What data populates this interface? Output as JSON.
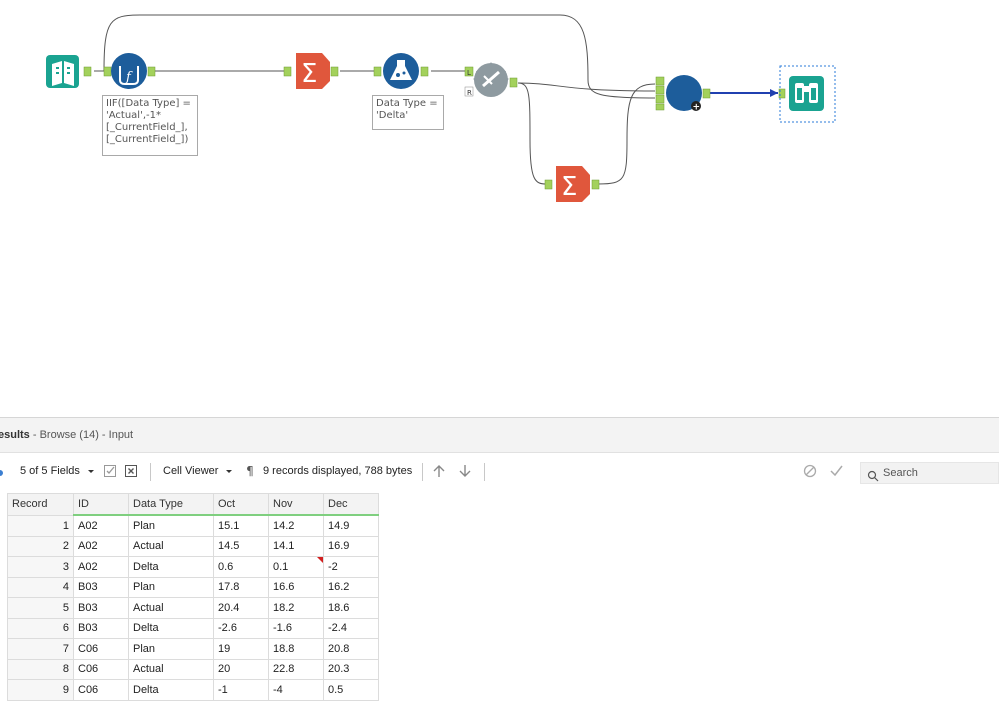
{
  "canvas": {
    "annotations": {
      "formula": "IIF([Data Type] =\n'Actual',-1*\n[_CurrentField_],\n[_CurrentField_])",
      "filter": "Data Type =\n'Delta'"
    },
    "anchors": {
      "join_left": "L",
      "join_right": "R",
      "union_plus": "+"
    }
  },
  "results": {
    "title": "esults",
    "subtitle": " - Browse (14) - Input",
    "toolbar": {
      "fields_label": "5 of 5 Fields",
      "cell_viewer_label": "Cell Viewer",
      "records_label": "9 records displayed, 788 bytes",
      "search_placeholder": "Search"
    },
    "table": {
      "columns": [
        "Record",
        "ID",
        "Data Type",
        "Oct",
        "Nov",
        "Dec"
      ],
      "rows": [
        [
          "1",
          "A02",
          "Plan",
          "15.1",
          "14.2",
          "14.9"
        ],
        [
          "2",
          "A02",
          "Actual",
          "14.5",
          "14.1",
          "16.9"
        ],
        [
          "3",
          "A02",
          "Delta",
          "0.6",
          "0.1",
          "-2"
        ],
        [
          "4",
          "B03",
          "Plan",
          "17.8",
          "16.6",
          "16.2"
        ],
        [
          "5",
          "B03",
          "Actual",
          "20.4",
          "18.2",
          "18.6"
        ],
        [
          "6",
          "B03",
          "Delta",
          "-2.6",
          "-1.6",
          "-2.4"
        ],
        [
          "7",
          "C06",
          "Plan",
          "19",
          "18.8",
          "20.8"
        ],
        [
          "8",
          "C06",
          "Actual",
          "20",
          "22.8",
          "20.3"
        ],
        [
          "9",
          "C06",
          "Delta",
          "-1",
          "-4",
          "0.5"
        ]
      ]
    }
  },
  "colors": {
    "input_tool": "#1aa391",
    "formula_tool": "#1d5d9b",
    "summarize_tool": "#e0573c",
    "filter_tool": "#1d5d9b",
    "join_tool": "#8e9aa0",
    "union_tool": "#1d5d9b",
    "browse_tool": "#1aa391",
    "anchor": "#a3d15c",
    "connection": "#555555",
    "selected_connection": "#2040b0"
  }
}
